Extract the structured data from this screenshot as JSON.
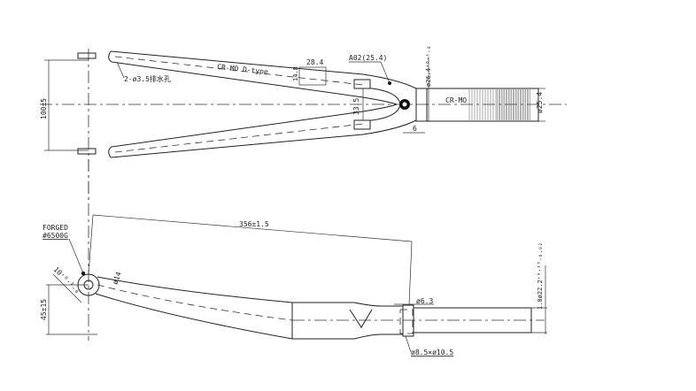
{
  "drawing": {
    "top_view": {
      "blade_label": "CR-MO D-type",
      "hole_label": "2-ø3.5排水孔",
      "width_label": "28.4",
      "thickness_label": "14.8",
      "crown_label": "A02(25.4)",
      "steerer_od_label": "ø26.4⁺⁰·¹₋₀",
      "steerer_material": "CR-MO",
      "thread_dia_label": "ø25.4",
      "inner_width_label": "33.5",
      "offset_label": "6",
      "spacing_label": "100±5"
    },
    "side_view": {
      "forged_label": "FORGED",
      "forged_code": "#6500G",
      "length_label": "356±1.5",
      "dropout_label": "10⁺⁰·²₋₀",
      "blade_dia_label": "ø14",
      "rake_label": "45±15",
      "hole_label": "ø6.3",
      "bolt_label": "ø8.5×ø10.5",
      "steerer_label": "1.0ø22.2⁺⁰·¹⁵₋₀.₀₂"
    }
  }
}
